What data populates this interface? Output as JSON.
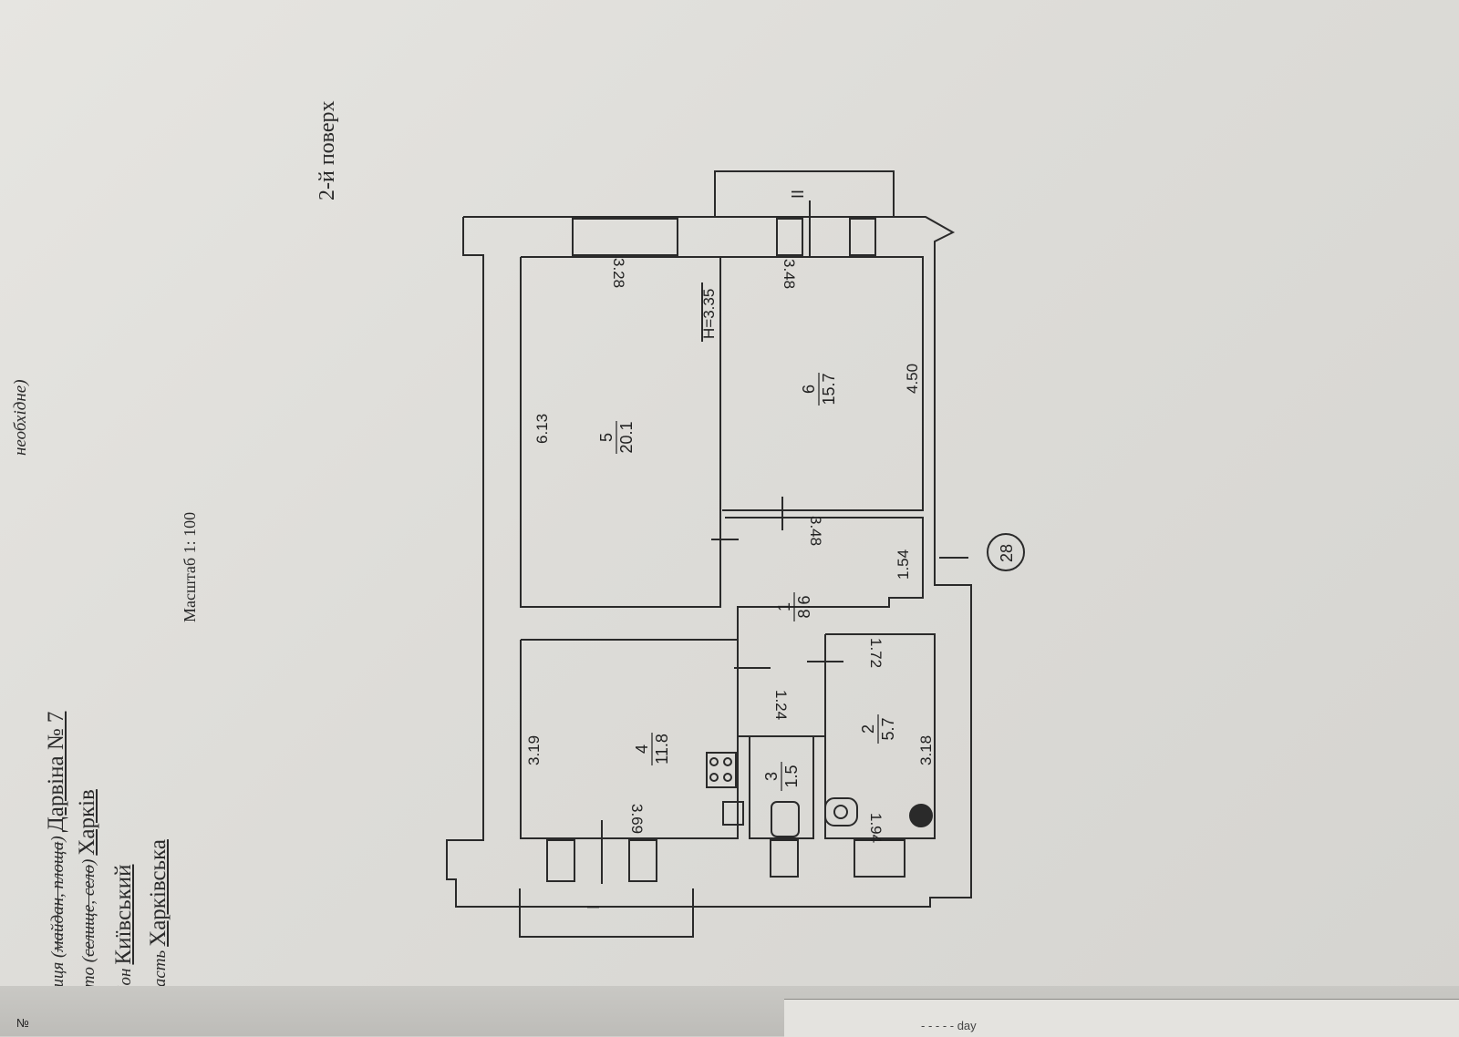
{
  "address": {
    "top_fragment": "необхідне)",
    "street_prefix": "вулиця (",
    "street_struck": "майдан, площа",
    "street_suffix": ")",
    "street_value": "Дарвіна № 7",
    "city_prefix": "місто (",
    "city_struck": "селище, село",
    "city_suffix": ")",
    "city_value": "Харків",
    "district_prefix": "район",
    "district_value": "Київський",
    "region_prefix": "область",
    "region_value": "Харківська"
  },
  "scale_caption": "Масштаб 1: 100",
  "floor_label": "2-й поверх",
  "ceiling_height": "Н=3.35",
  "rooms": [
    {
      "number": "1",
      "area": "8.6"
    },
    {
      "number": "2",
      "area": "5.7"
    },
    {
      "number": "3",
      "area": "1.5"
    },
    {
      "number": "4",
      "area": "11.8"
    },
    {
      "number": "5",
      "area": "20.1"
    },
    {
      "number": "6",
      "area": "15.7"
    }
  ],
  "dimensions": {
    "d_3_69": "3.69",
    "d_3_19": "3.19",
    "d_6_13": "6.13",
    "d_3_28": "3.28",
    "d_3_48_top": "3.48",
    "d_4_50": "4.50",
    "d_3_48_mid": "3.48",
    "d_1_54": "1.54",
    "d_1_72": "1.72",
    "d_1_24": "1.24",
    "d_3_18": "3.18",
    "d_1_94": "1.94"
  },
  "balcony_left": "I",
  "balcony_right": "II",
  "apartment_number": "28",
  "edge_mark": "№",
  "bottom_text": "- - - - - day"
}
